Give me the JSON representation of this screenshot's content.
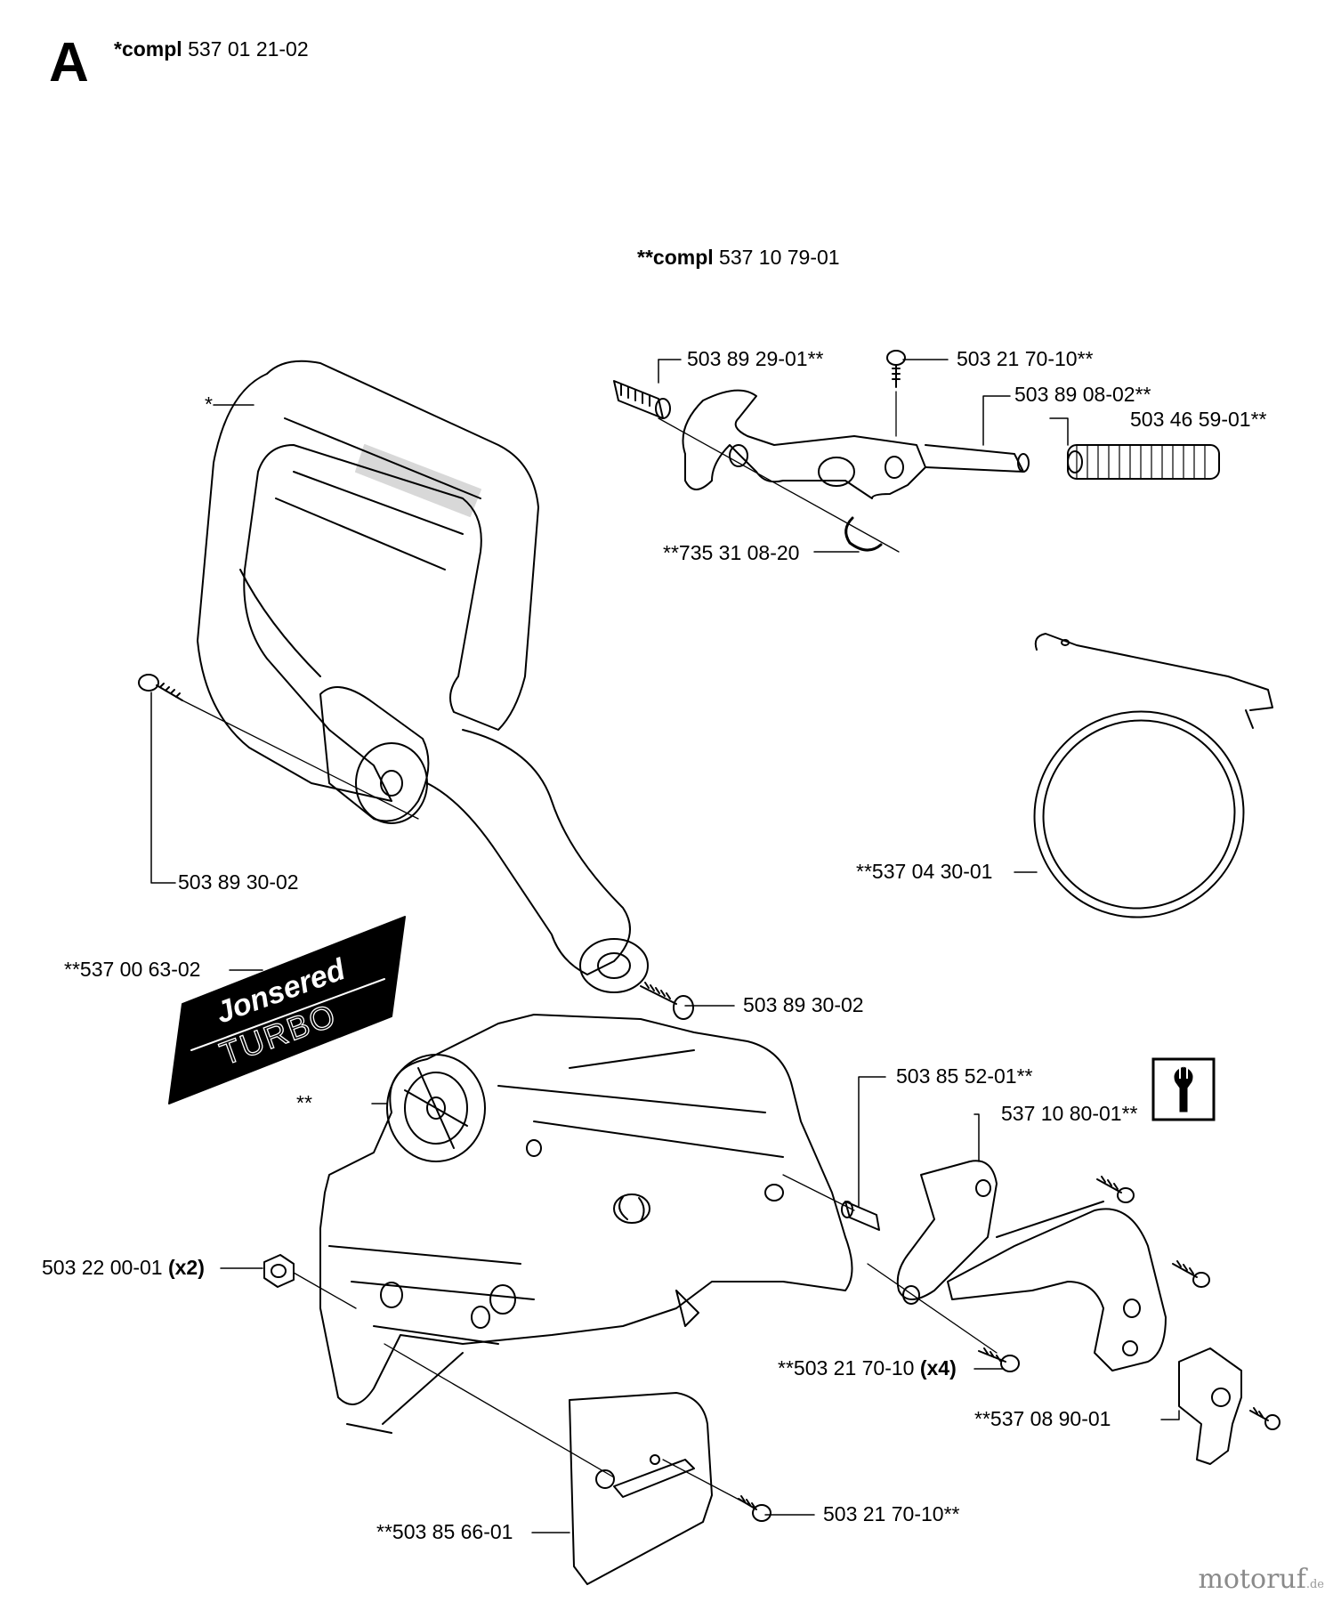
{
  "section_letter": "A",
  "assemblies": {
    "a": {
      "prefix": "*compl",
      "number": "537 01 21-02"
    },
    "b": {
      "prefix": "**compl",
      "number": "537 10 79-01"
    }
  },
  "labels": {
    "p1": {
      "text": "503 89 29-01**",
      "bold": ""
    },
    "p2": {
      "text": "503 21 70-10**",
      "bold": ""
    },
    "p3": {
      "text": "503 89 08-02**",
      "bold": ""
    },
    "p4": {
      "text": "503 46 59-01**",
      "bold": ""
    },
    "p5": {
      "text": "**735 31 08-20",
      "bold": ""
    },
    "p6": {
      "text": "*",
      "bold": ""
    },
    "p7": {
      "text": "503 89 30-02",
      "bold": ""
    },
    "p8": {
      "text": "**537 04 30-01",
      "bold": ""
    },
    "p9": {
      "text": "**537 00 63-02",
      "bold": ""
    },
    "p10": {
      "text": "503 89 30-02",
      "bold": ""
    },
    "p11": {
      "text": "503 85 52-01**",
      "bold": ""
    },
    "p12": {
      "text": "537 10 80-01**",
      "bold": ""
    },
    "p13": {
      "text": "**",
      "bold": ""
    },
    "p14": {
      "text": "503 22 00-01 ",
      "bold": "(x2)"
    },
    "p15": {
      "text": "**503 21 70-10 ",
      "bold": "(x4)"
    },
    "p16": {
      "text": "**537 08 90-01",
      "bold": ""
    },
    "p17": {
      "text": "503 21 70-10**",
      "bold": ""
    },
    "p18": {
      "text": "**503 85 66-01",
      "bold": ""
    }
  },
  "decal": {
    "brand": "Jonsered",
    "model": "TURBO"
  },
  "tool_icon": "wrench-icon",
  "watermark": {
    "main": "motoruf",
    "suffix": ".de"
  }
}
